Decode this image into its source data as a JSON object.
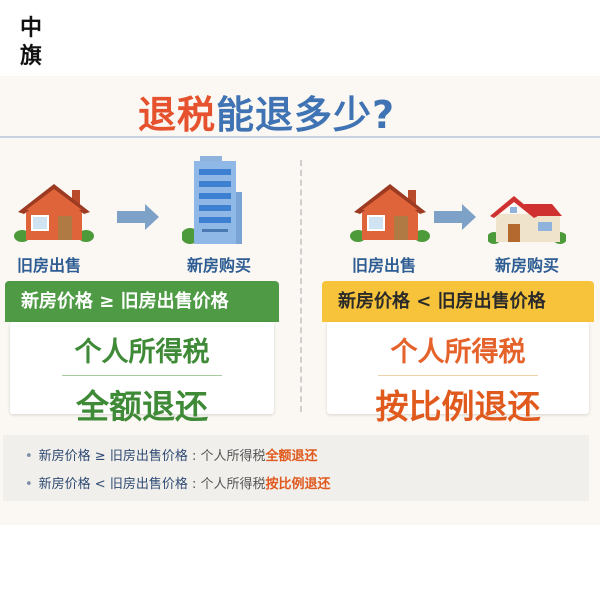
{
  "logo": {
    "text": "中旗"
  },
  "title": {
    "part1": "退税",
    "part2": "能退多少?"
  },
  "left": {
    "from_label": "旧房出售",
    "to_label": "新房购买",
    "condition": "新房价格 ≥ 旧房出售价格",
    "line1": "个人所得税",
    "line2": "全额退还",
    "color": "#4f9a45"
  },
  "right": {
    "from_label": "旧房出售",
    "to_label": "新房购买",
    "condition": "新房价格 < 旧房出售价格",
    "line1": "个人所得税",
    "line2": "按比例退还",
    "color": "#f6c33a"
  },
  "notes": [
    {
      "condition": "新房价格 ≥ 旧房出售价格",
      "sep": ":",
      "subject": "个人所得税",
      "result": "全额退还"
    },
    {
      "condition": "新房价格 < 旧房出售价格",
      "sep": ":",
      "subject": "个人所得税",
      "result": "按比例退还"
    }
  ],
  "colors": {
    "title_red": "#e5522d",
    "title_blue": "#3f73b3",
    "green": "#3f8a37",
    "orange": "#e0591d"
  }
}
